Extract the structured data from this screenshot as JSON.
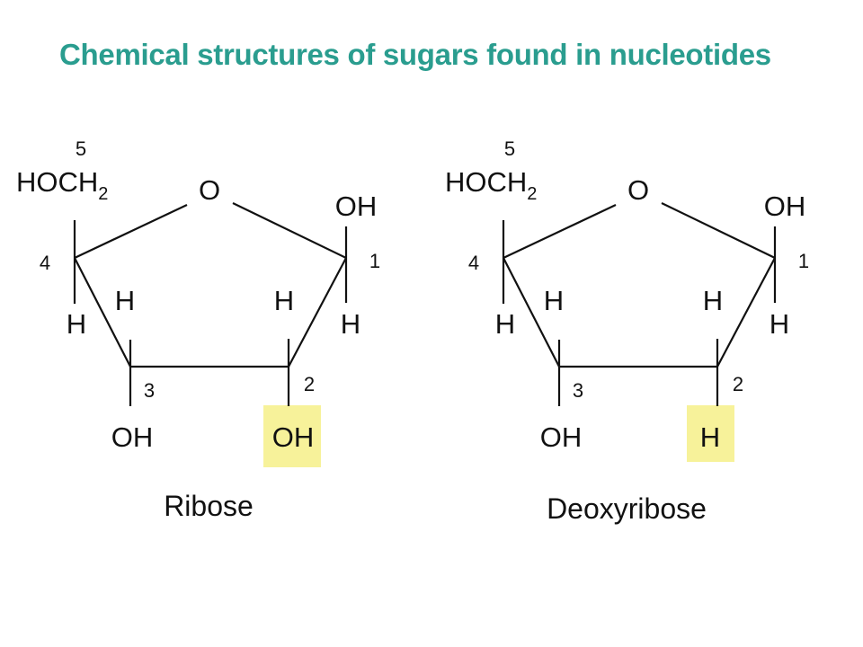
{
  "title": "Chemical structures of sugars found in nucleotides",
  "highlight_color": "#f7f29a",
  "title_color": "#2a9d8f",
  "molecules": [
    {
      "name": "Ribose",
      "group5": "HOCH",
      "group5_sub": "2",
      "ring_o": "O",
      "c1_top": "OH",
      "c1_bottom": "H",
      "c2_top": "H",
      "c2_bottom": "OH",
      "c3_top": "H",
      "c3_bottom": "OH",
      "c4_bottom": "H",
      "n1": "1",
      "n2": "2",
      "n3": "3",
      "n4": "4",
      "n5": "5"
    },
    {
      "name": "Deoxyribose",
      "group5": "HOCH",
      "group5_sub": "2",
      "ring_o": "O",
      "c1_top": "OH",
      "c1_bottom": "H",
      "c2_top": "H",
      "c2_bottom": "H",
      "c3_top": "H",
      "c3_bottom": "OH",
      "c4_bottom": "H",
      "n1": "1",
      "n2": "2",
      "n3": "3",
      "n4": "4",
      "n5": "5"
    }
  ]
}
